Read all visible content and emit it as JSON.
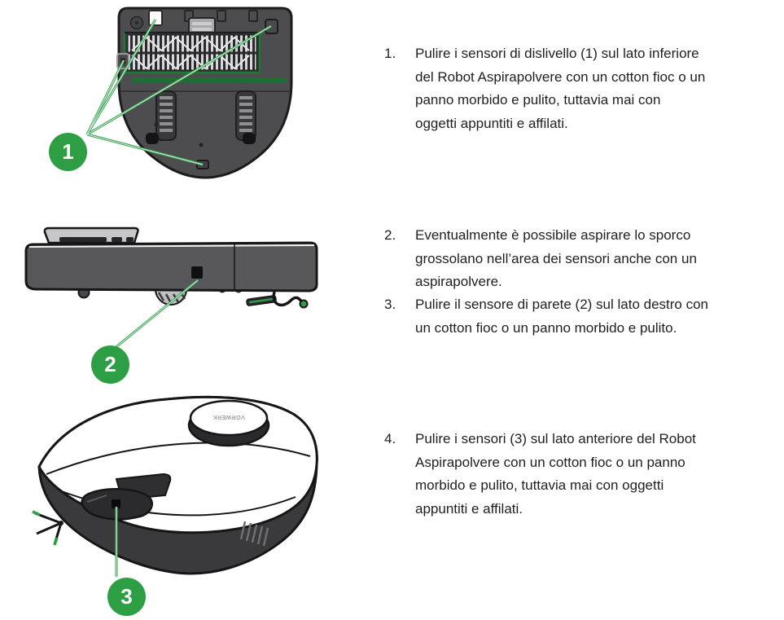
{
  "document": {
    "language": "it",
    "background": "#ffffff"
  },
  "colors": {
    "accent_green": "#2e9e44",
    "callout_line_green": "#3fae53",
    "squeegee_green": "#1e6e30",
    "body_dark_gray": "#4d4d4f",
    "text_color": "#1f1f1f"
  },
  "figures": [
    {
      "name": "robot-bottom-view",
      "callout": {
        "label": "1"
      }
    },
    {
      "name": "robot-side-view",
      "callout": {
        "label": "2"
      }
    },
    {
      "name": "robot-front-view",
      "callout": {
        "label": "3"
      },
      "turret_logo": "VORWERK"
    }
  ],
  "instructions": [
    {
      "num": "1.",
      "text": "Pulire i sensori di dislivello (1) sul lato inferiore\ndel Robot Aspirapolvere con un cotton fioc o un\npanno morbido e pulito, tuttavia mai con\noggetti appuntiti e affilati."
    },
    {
      "num": "2.",
      "text": "Eventualmente è possibile aspirare lo sporco\ngrossolano nell’area dei sensori anche con un\naspirapolvere."
    },
    {
      "num": "3.",
      "text": "Pulire il sensore di parete (2) sul lato destro con\nun cotton fioc o un panno morbido e pulito."
    },
    {
      "num": "4.",
      "text": "Pulire i sensori (3) sul lato anteriore del Robot\nAspirapolvere con un cotton fioc o un panno\nmorbido e pulito, tuttavia mai con oggetti\nappuntiti e affilati."
    }
  ]
}
